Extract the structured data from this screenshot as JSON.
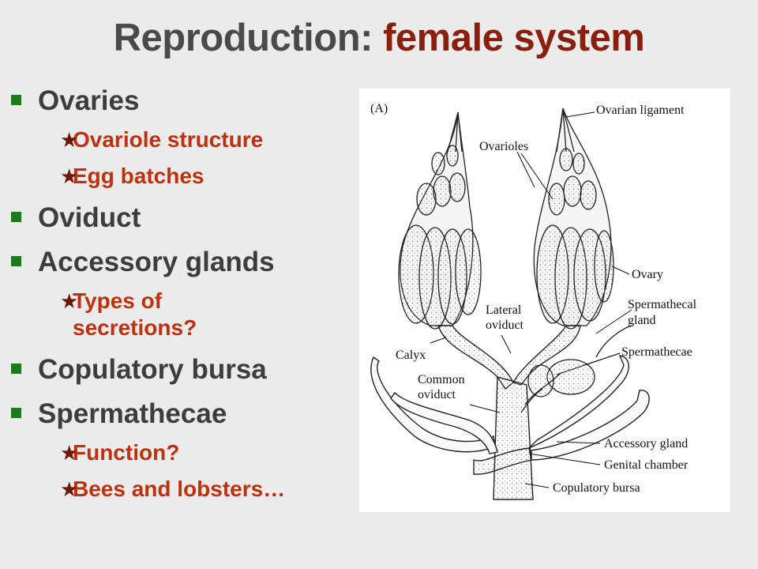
{
  "title": {
    "prefix": "Reproduction: ",
    "accent": "female system"
  },
  "bullets": [
    {
      "label": "Ovaries",
      "sub": [
        "Ovariole structure",
        "Egg batches"
      ]
    },
    {
      "label": "Oviduct",
      "sub": []
    },
    {
      "label": "Accessory glands",
      "sub": [
        "Types of secretions?"
      ]
    },
    {
      "label": "Copulatory bursa",
      "sub": []
    },
    {
      "label": "Spermathecae",
      "sub": [
        "Function?",
        "Bees and lobsters…"
      ]
    }
  ],
  "figure": {
    "panel_letter": "(A)",
    "labels": {
      "ovarian_ligament": "Ovarian ligament",
      "ovarioles": "Ovarioles",
      "ovary": "Ovary",
      "lateral_oviduct_1": "Lateral",
      "lateral_oviduct_2": "oviduct",
      "spermathecal_gland_1": "Spermathecal",
      "spermathecal_gland_2": "gland",
      "spermathecae": "Spermathecae",
      "calyx": "Calyx",
      "common_oviduct_1": "Common",
      "common_oviduct_2": "oviduct",
      "accessory_gland": "Accessory gland",
      "genital_chamber": "Genital chamber",
      "copulatory_bursa": "Copulatory bursa"
    }
  },
  "colors": {
    "title_gray": "#4a4a4a",
    "title_accent": "#8b1f0e",
    "bullet_green": "#1f7a1f",
    "sub_orange": "#c0300c"
  }
}
